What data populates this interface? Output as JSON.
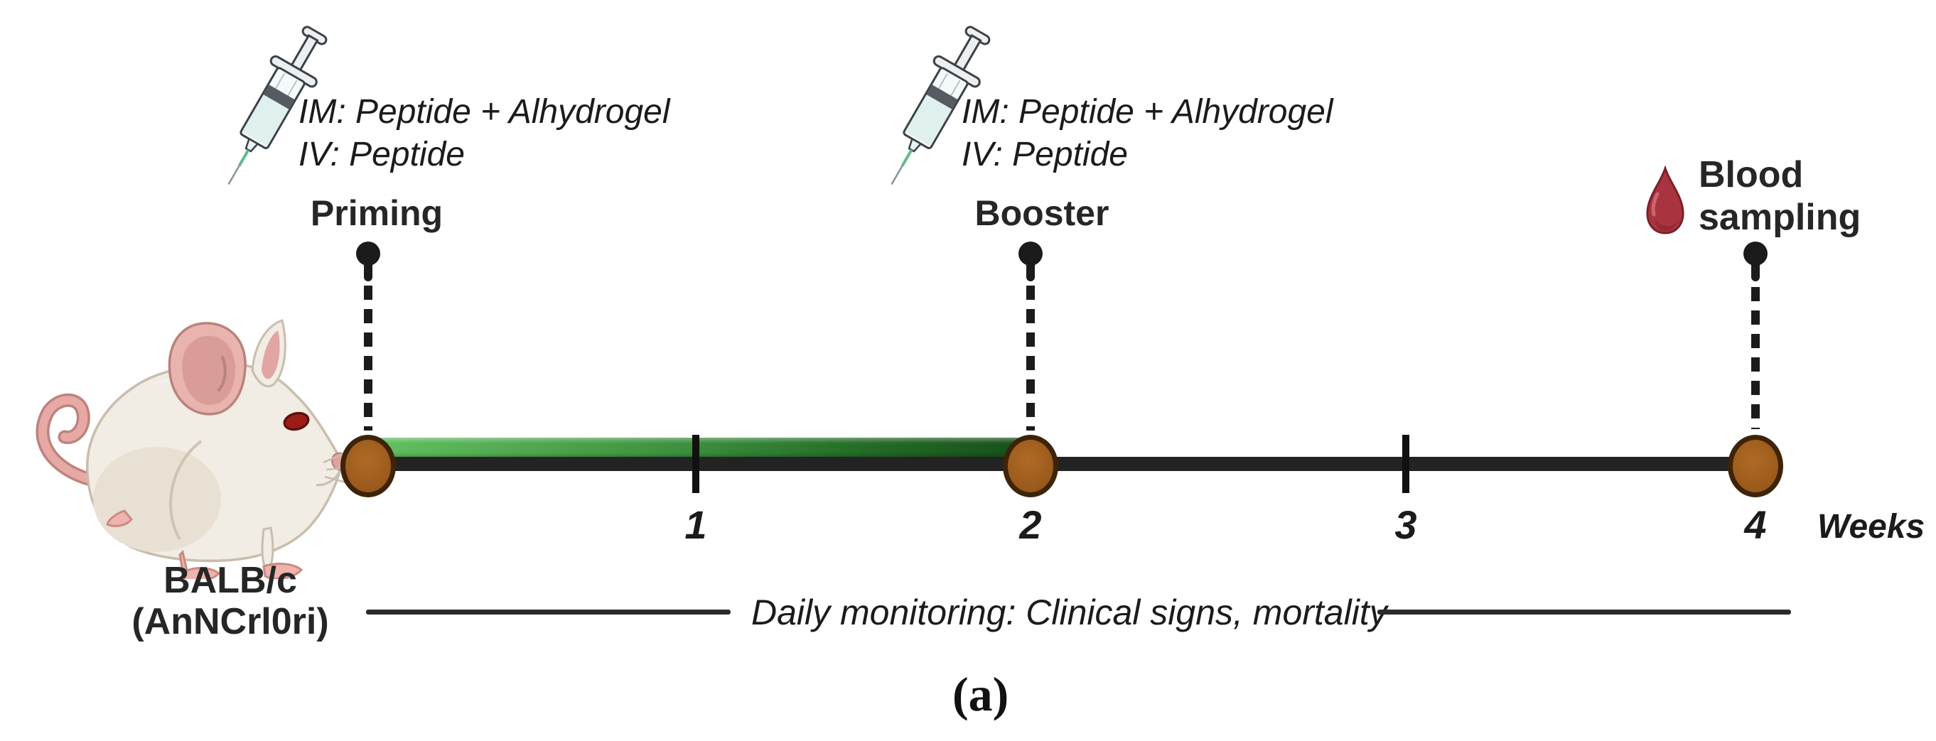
{
  "figure": {
    "caption": "(a)",
    "background": "#ffffff"
  },
  "subject": {
    "strain": "BALB/c",
    "substrain": "(AnNCrl0ri)",
    "icon": "mouse-illustration"
  },
  "events": {
    "priming": {
      "label": "Priming",
      "route_im": "IM: Peptide + Alhydrogel",
      "route_iv": "IV: Peptide",
      "week": 0,
      "icon": "syringe-icon"
    },
    "booster": {
      "label": "Booster",
      "route_im": "IM: Peptide + Alhydrogel",
      "route_iv": "IV: Peptide",
      "week": 2,
      "icon": "syringe-icon"
    },
    "blood_sampling": {
      "label_line1": "Blood",
      "label_line2": "sampling",
      "week": 4,
      "icon": "blood-drop-icon"
    }
  },
  "timeline": {
    "tick_labels": [
      "1",
      "2",
      "3",
      "4"
    ],
    "axis_label": "Weeks",
    "span_weeks": 4,
    "immunization_band_weeks": [
      0,
      2
    ],
    "colors": {
      "band_green_start": "#63c061",
      "band_green_end": "#174f1a",
      "bar_black": "#232323",
      "node_brown": "#a0601f",
      "node_border": "#3d2409",
      "blood_red": "#a93440",
      "pin_black": "#1b1b1b"
    }
  },
  "monitoring": {
    "text": "Daily monitoring: Clinical signs, mortality"
  }
}
